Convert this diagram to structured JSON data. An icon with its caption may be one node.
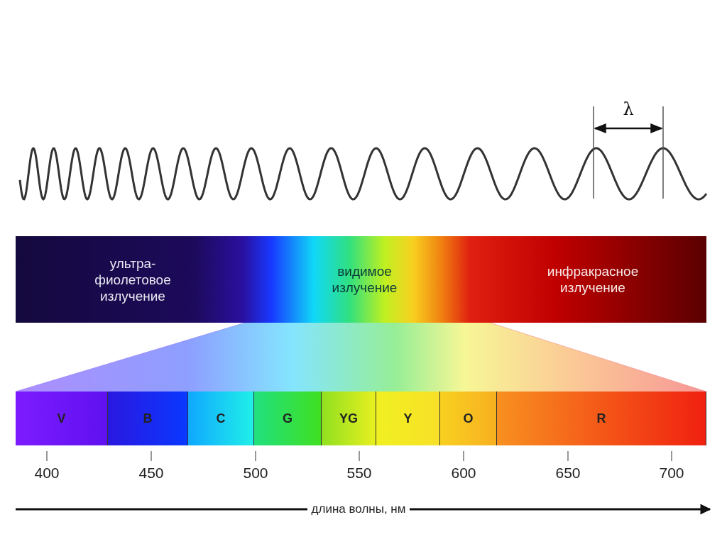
{
  "diagram": {
    "nodes": [
      {
        "text": [
          "ультра- фиолетовое излучение"
        ]
      },
      {
        "text": [
          "видимое излучение"
        ]
      },
      {
        "text": [
          "инфракрасное излучение"
        ]
      },
      {
        "text": [
          "V"
        ]
      },
      {
        "text": [
          "B"
        ]
      },
      {
        "text": [
          "C"
        ]
      },
      {
        "text": [
          "G"
        ]
      },
      {
        "text": [
          "YG"
        ]
      },
      {
        "text": [
          "Y"
        ]
      },
      {
        "text": [
          "O"
        ]
      },
      {
        "text": [
          "R"
        ]
      }
    ],
    "labels": [
      "λ",
      "400",
      "450",
      "500",
      "550",
      "600",
      "650",
      "700",
      "длина волны, нм"
    ]
  }
}
